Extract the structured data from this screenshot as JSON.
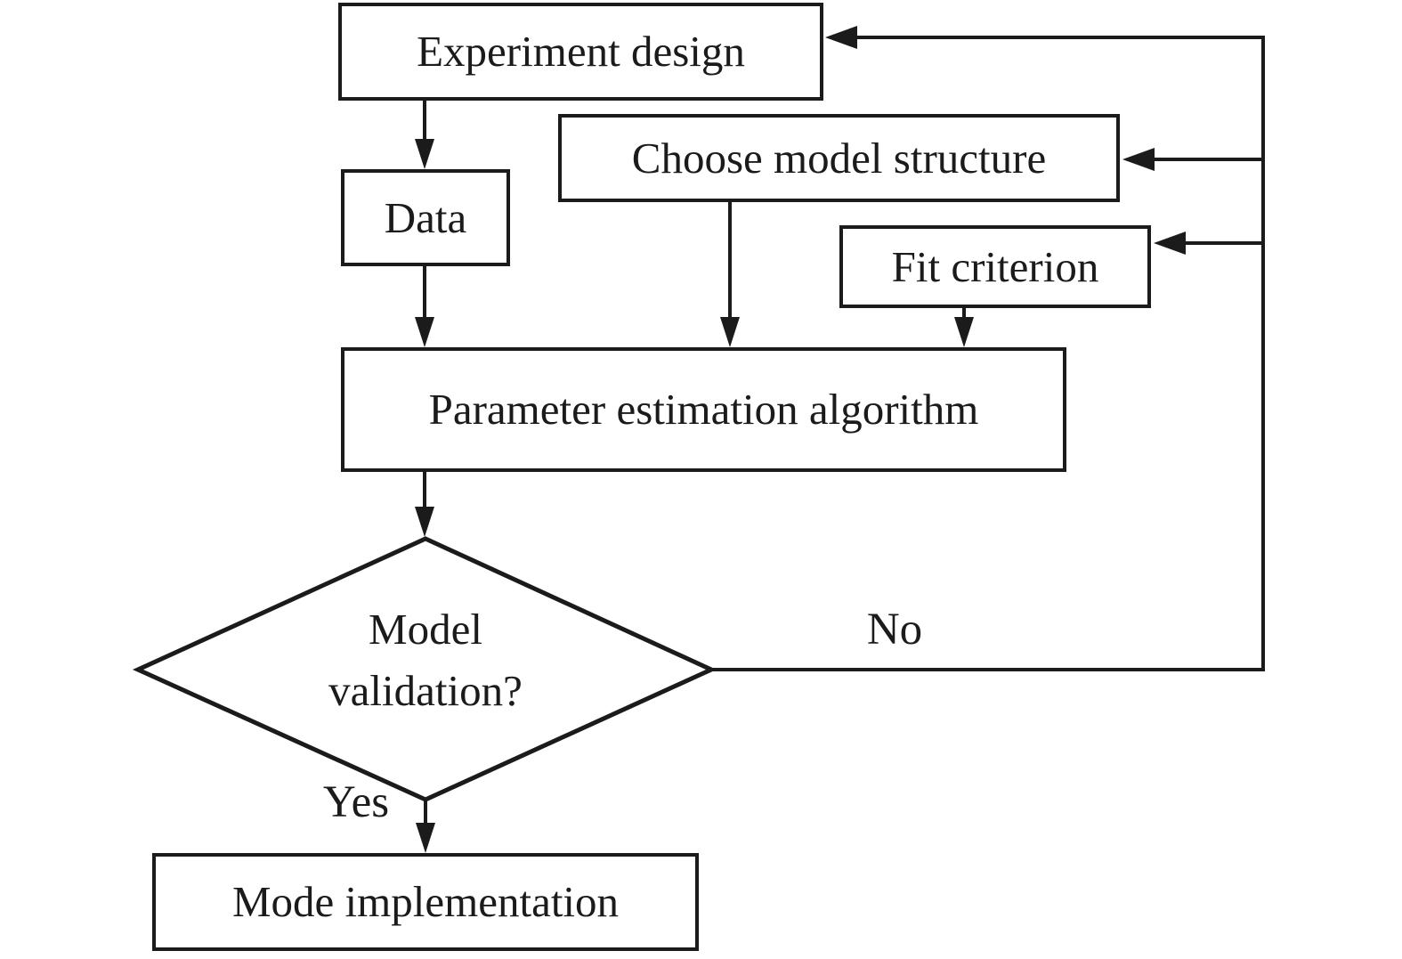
{
  "nodes": {
    "experiment_design": {
      "label": "Experiment design",
      "shape": "rectangle"
    },
    "data": {
      "label": "Data",
      "shape": "rectangle"
    },
    "choose_model_structure": {
      "label": "Choose model structure",
      "shape": "rectangle"
    },
    "fit_criterion": {
      "label": "Fit criterion",
      "shape": "rectangle"
    },
    "parameter_estimation_algorithm": {
      "label": "Parameter estimation algorithm",
      "shape": "rectangle"
    },
    "model_validation": {
      "label_line1": "Model",
      "label_line2": "validation?",
      "shape": "diamond"
    },
    "mode_implementation": {
      "label": "Mode implementation",
      "shape": "rectangle"
    }
  },
  "edge_labels": {
    "no": "No",
    "yes": "Yes"
  },
  "edges": [
    {
      "from": "experiment_design",
      "to": "data"
    },
    {
      "from": "data",
      "to": "parameter_estimation_algorithm"
    },
    {
      "from": "choose_model_structure",
      "to": "parameter_estimation_algorithm"
    },
    {
      "from": "fit_criterion",
      "to": "parameter_estimation_algorithm"
    },
    {
      "from": "parameter_estimation_algorithm",
      "to": "model_validation"
    },
    {
      "from": "model_validation",
      "to": "mode_implementation",
      "label": "Yes"
    },
    {
      "from": "model_validation",
      "to": "experiment_design",
      "label": "No"
    },
    {
      "from": "model_validation",
      "to": "choose_model_structure",
      "label": "No"
    },
    {
      "from": "model_validation",
      "to": "fit_criterion",
      "label": "No"
    }
  ],
  "colors": {
    "stroke": "#1b1b1b",
    "fill": "#ffffff"
  }
}
